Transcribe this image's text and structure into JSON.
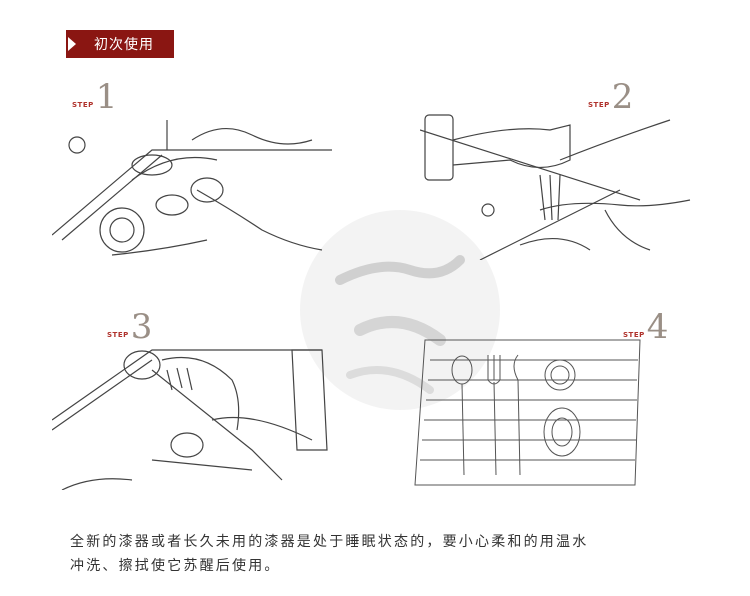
{
  "header": {
    "title": "初次使用"
  },
  "steps": [
    {
      "word": "STEP",
      "number": "1"
    },
    {
      "word": "STEP",
      "number": "2"
    },
    {
      "word": "STEP",
      "number": "3"
    },
    {
      "word": "STEP",
      "number": "4"
    }
  ],
  "caption": {
    "line1": "全新的漆器或者长久未用的漆器是处于睡眠状态的，要小心柔和的用温水",
    "line2": "冲洗、擦拭使它苏醒后使用。"
  },
  "colors": {
    "accent": "#8a1612",
    "step_word": "#b0322c",
    "step_number": "#9a8f86"
  }
}
